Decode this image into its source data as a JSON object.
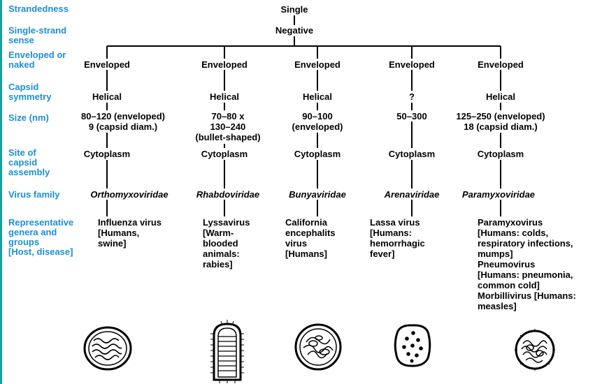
{
  "row_labels": {
    "strandedness": "Strandedness",
    "sense": "Single-strand\nsense",
    "envelope": "Enveloped or\nnaked",
    "symmetry": "Capsid\nsymmetry",
    "size": "Size (nm)",
    "assembly": "Site of\ncapsid\nassembly",
    "family": "Virus family",
    "representative": "Representative\ngenera and\ngroups\n[Host, disease]"
  },
  "top": {
    "strandedness": "Single",
    "sense": "Negative"
  },
  "columns": [
    {
      "envelope": "Enveloped",
      "symmetry": "Helical",
      "size": "80–120 (enveloped)\n9 (capsid diam.)",
      "assembly": "Cytoplasm",
      "family": "Orthomyxoviridae",
      "representative": "Influenza virus\n[Humans,\nswine]",
      "virion_icon": "coiled-virion-icon"
    },
    {
      "envelope": "Enveloped",
      "symmetry": "Helical",
      "size": "70–80 x\n130–240\n(bullet-shaped)",
      "assembly": "Cytoplasm",
      "family": "Rhabdoviridae",
      "representative": "Lyssavirus\n[Warm-\nblooded\nanimals:\nrabies]",
      "virion_icon": "bullet-virion-icon"
    },
    {
      "envelope": "Enveloped",
      "symmetry": "Helical",
      "size": "90–100\n(enveloped)",
      "assembly": "Cytoplasm",
      "family": "Bunyaviridae",
      "representative": "California\nencephalits\nvirus\n[Humans]",
      "virion_icon": "tangled-virion-icon"
    },
    {
      "envelope": "Enveloped",
      "symmetry": "?",
      "size": "50–300",
      "assembly": "Cytoplasm",
      "family": "Arenaviridae",
      "representative": "Lassa virus\n[Humans:\nhemorrhagic\nfever]",
      "virion_icon": "dotted-virion-icon"
    },
    {
      "envelope": "Enveloped",
      "symmetry": "Helical",
      "size": "125–250 (enveloped)\n18 (capsid diam.)",
      "assembly": "Cytoplasm",
      "family": "Paramyxoviridae",
      "representative": "Paramyxovirus\n [Humans: colds,\n respiratory infections,\n mumps]\nPneumovirus\n [Humans: pneumonia,\n common cold]\nMorbillivirus [Humans:\n measles]",
      "virion_icon": "pleomorphic-virion-icon"
    }
  ],
  "colors": {
    "label": "#1b8fd6",
    "text": "#000000",
    "left_bar": "#1aa0a0"
  }
}
